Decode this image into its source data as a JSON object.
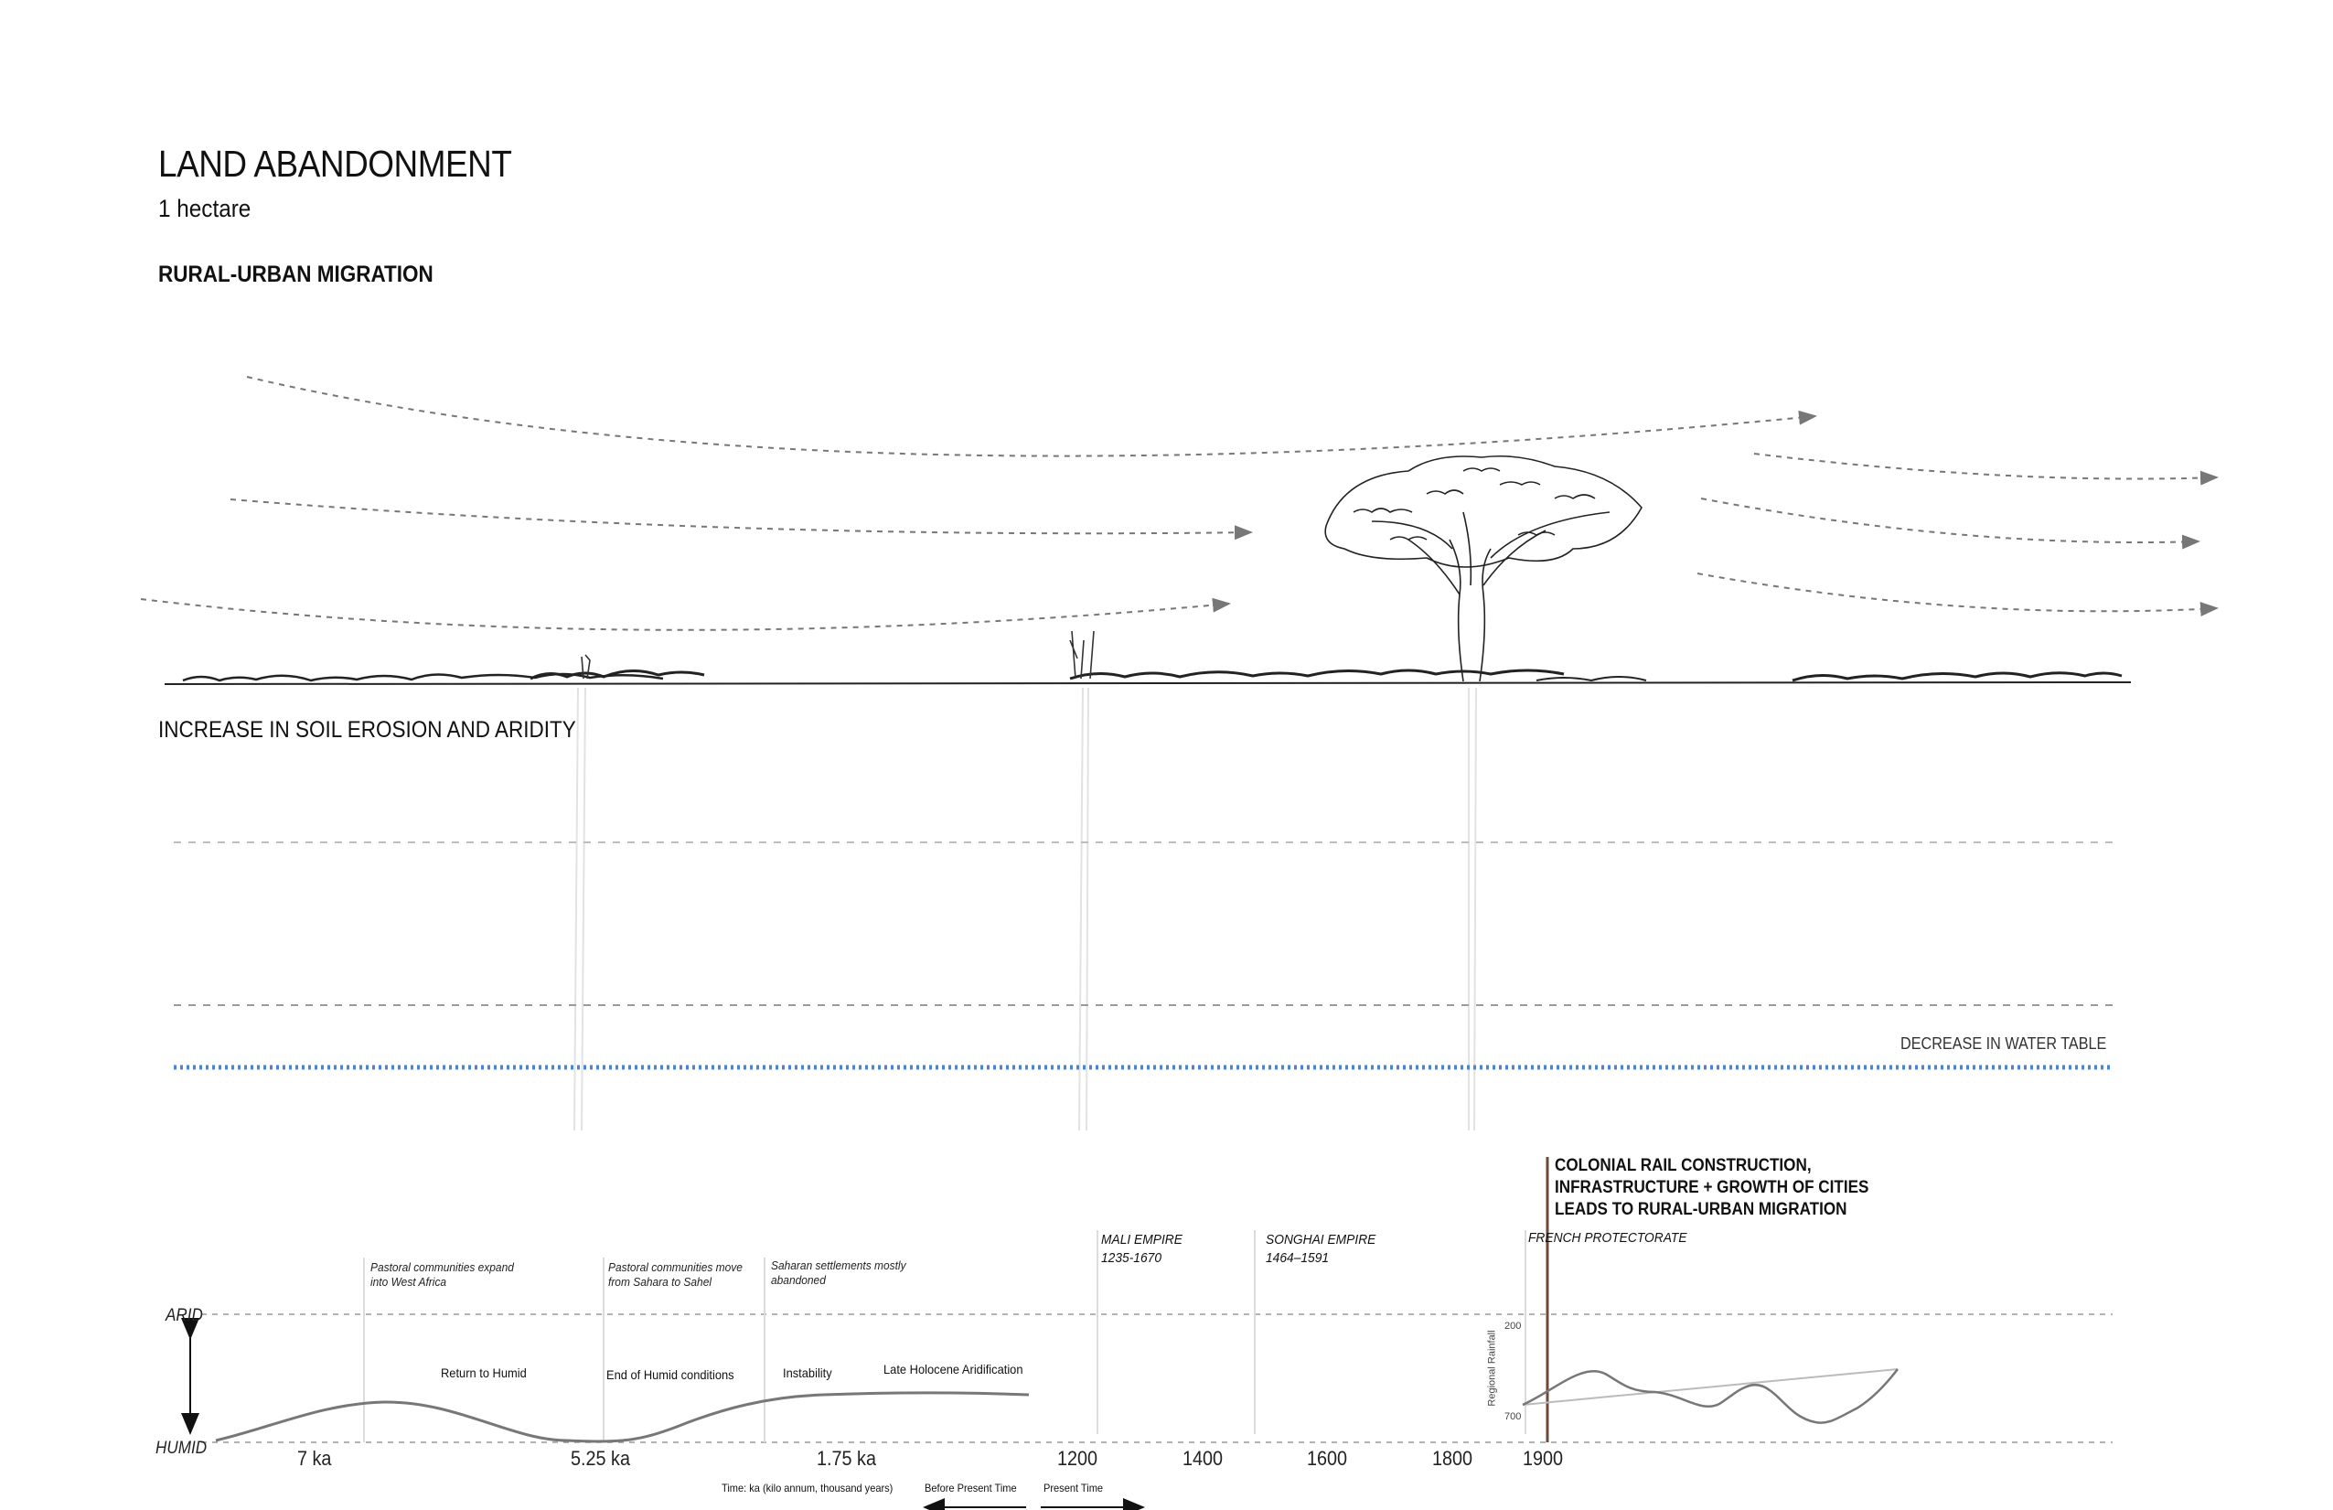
{
  "header": {
    "title": "LAND ABANDONMENT",
    "subtitle": "1 hectare",
    "section": "RURAL-URBAN MIGRATION"
  },
  "section_labels": {
    "erosion": "INCREASE IN SOIL EROSION AND ARIDITY",
    "water_table": "DECREASE IN WATER TABLE"
  },
  "timeline": {
    "arid_label": "ARID",
    "humid_label": "HUMID",
    "events": [
      {
        "text_1": "Pastoral communities expand",
        "text_2": "into West Africa"
      },
      {
        "text_1": "Pastoral communities move",
        "text_2": "from Sahara to Sahel"
      },
      {
        "text_1": "Saharan settlements mostly",
        "text_2": "abandoned"
      }
    ],
    "phases": [
      "Return to Humid",
      "End of Humid conditions",
      "Instability",
      "Late Holocene Aridification"
    ],
    "empires": [
      {
        "name": "MALI EMPIRE",
        "dates": "1235-1670"
      },
      {
        "name": "SONGHAI EMPIRE",
        "dates": "1464–1591"
      }
    ],
    "protectorate": "FRENCH PROTECTORATE",
    "colonial": [
      "COLONIAL RAIL CONSTRUCTION,",
      "INFRASTRUCTURE + GROWTH OF CITIES",
      "LEADS TO RURAL-URBAN MIGRATION"
    ],
    "ticks": [
      "7 ka",
      "5.25 ka",
      "1.75 ka",
      "1200",
      "1400",
      "1600",
      "1800",
      "1900"
    ],
    "time_caption": "Time: ka (kilo annum, thousand years)",
    "before_present": "Before Present Time",
    "present": "Present Time",
    "rainfall": {
      "label": "Regional Rainfall",
      "top": "200",
      "bottom": "700"
    }
  },
  "colors": {
    "water_table": "#4a86d8",
    "ink": "#111111",
    "guide": "#bbbbbb",
    "colonial_marker": "#6b4a3a"
  }
}
